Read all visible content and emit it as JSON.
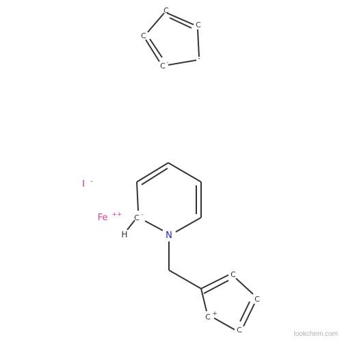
{
  "atoms": {
    "c1": "C",
    "c2": "C",
    "c3": "C",
    "c4": "C",
    "c5": "C",
    "n": "N",
    "h": "H",
    "c6": "C",
    "c7": "C",
    "c8": "C",
    "c9": "C",
    "iodine": "I",
    "iron": "Fe"
  },
  "charges": {
    "c4": "-",
    "c5": "ˆ",
    "c_ring2": "-",
    "iodine": "-",
    "iron": "++",
    "c9": "+"
  },
  "watermark": "lookchem.com",
  "colors": {
    "bond": "#333333",
    "carbon": "#333333",
    "nitrogen": "#1f1fbf",
    "iodine": "#a62ca6",
    "iron": "#d63a9a",
    "watermark": "#b0b0b0"
  }
}
